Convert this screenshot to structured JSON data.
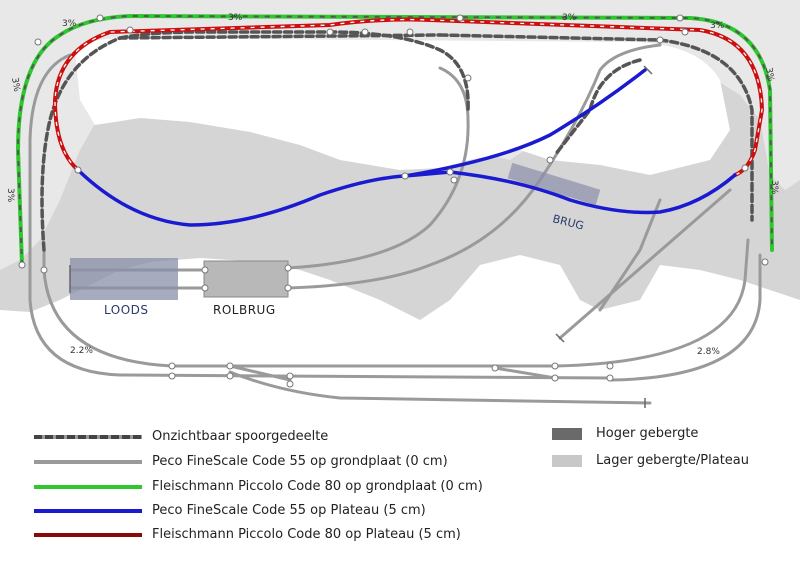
{
  "labels": {
    "loods": "LOODS",
    "rolbrug": "ROLBRUG",
    "brug": "BRUG"
  },
  "grades": {
    "top_left": "3%",
    "top_mid": "3%",
    "top_right": "3%",
    "top_far_right": "3%",
    "left_upper": "3%",
    "left_mid": "3%",
    "right_upper": "3%",
    "right_mid": "3%",
    "bottom_left": "2.2%",
    "bottom_right": "2.8%"
  },
  "legend": {
    "hidden": "Onzichtbaar spoorgedeelte",
    "peco_ground": "Peco FineScale Code 55 op grondplaat (0 cm)",
    "fleisch_ground": "Fleischmann Piccolo Code 80 op grondplaat (0 cm)",
    "peco_plateau": "Peco FineScale Code 55 op Plateau (5 cm)",
    "fleisch_plateau": "Fleischmann Piccolo Code 80 op Plateau (5 cm)",
    "high_mountain": "Hoger gebergte",
    "low_mountain": "Lager gebergte/Plateau"
  },
  "colors": {
    "grey_track": "#9a9a9a",
    "dark_track": "#555555",
    "green_track": "#2ec82e",
    "blue_track": "#1a1ad0",
    "red_track": "#cc1010",
    "high_mountain": "#6a6a6a",
    "low_mountain": "#c8c8c8"
  }
}
